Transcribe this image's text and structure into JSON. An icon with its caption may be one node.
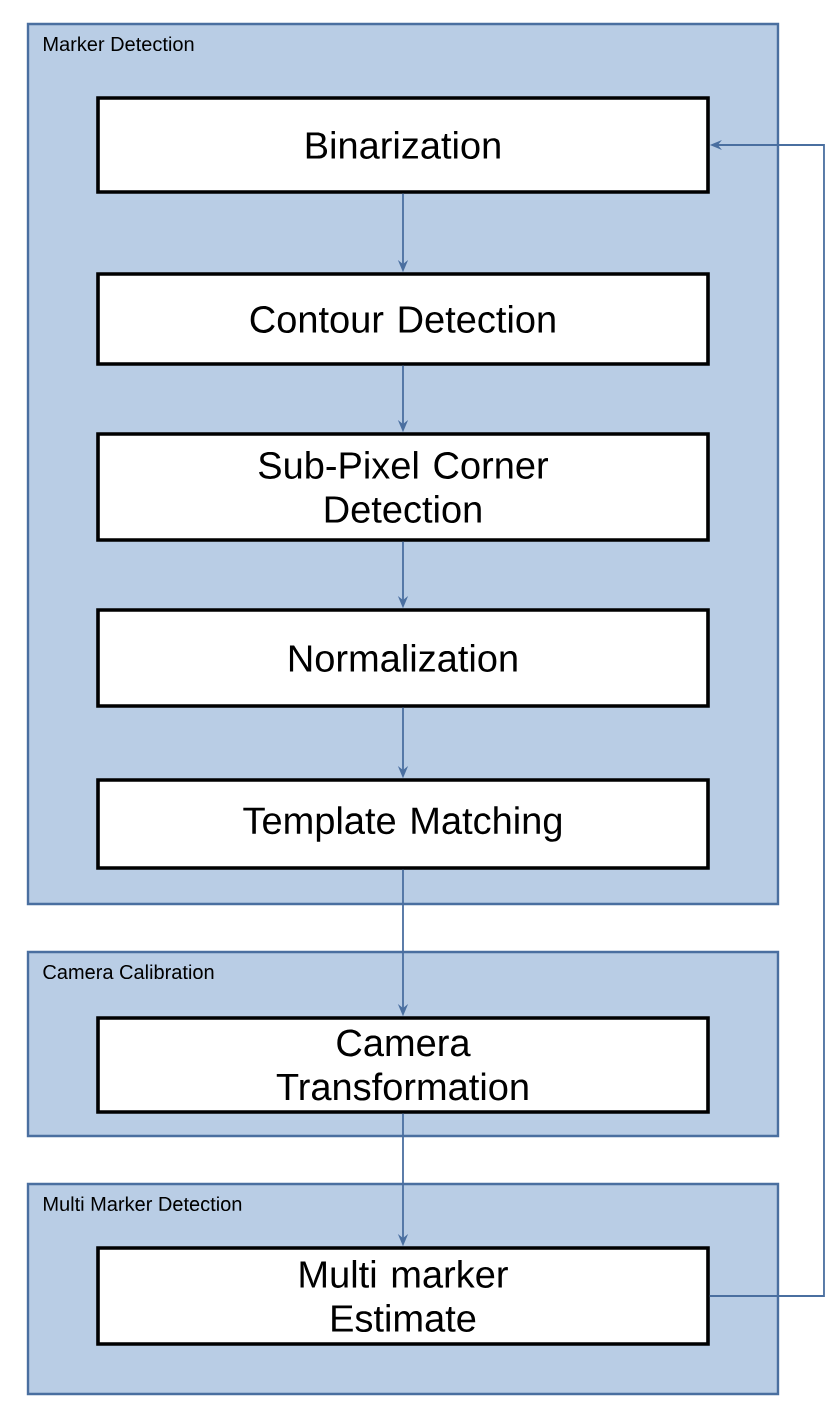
{
  "diagram": {
    "nodes": [
      {
        "text": [
          "Marker Detection"
        ]
      },
      {
        "text": [
          "Binarization"
        ],
        "in": 0
      },
      {
        "text": [
          "Contour Detection"
        ],
        "in": 0
      },
      {
        "text": [
          "Sub-Pixel Corner Detection"
        ],
        "in": 0
      },
      {
        "text": [
          "Normalization"
        ],
        "in": 0
      },
      {
        "text": [
          "Template Matching"
        ],
        "in": 0
      },
      {
        "text": [
          "Camera Calibration"
        ]
      },
      {
        "text": [
          "Camera Transformation"
        ],
        "in": 6
      },
      {
        "text": [
          "Multi Marker Detection"
        ]
      },
      {
        "text": [
          "Multi marker Estimate"
        ],
        "in": 8
      }
    ],
    "edges": [
      {
        "from": 1,
        "to": 2,
        "arrow": "to"
      },
      {
        "from": 2,
        "to": 3,
        "arrow": "to"
      },
      {
        "from": 3,
        "to": 4,
        "arrow": "to"
      },
      {
        "from": 4,
        "to": 5,
        "arrow": "to"
      },
      {
        "from": 5,
        "to": 7,
        "arrow": "to"
      },
      {
        "from": 7,
        "to": 9,
        "arrow": "to"
      },
      {
        "from": 9,
        "to": 1,
        "arrow": "to"
      }
    ]
  }
}
